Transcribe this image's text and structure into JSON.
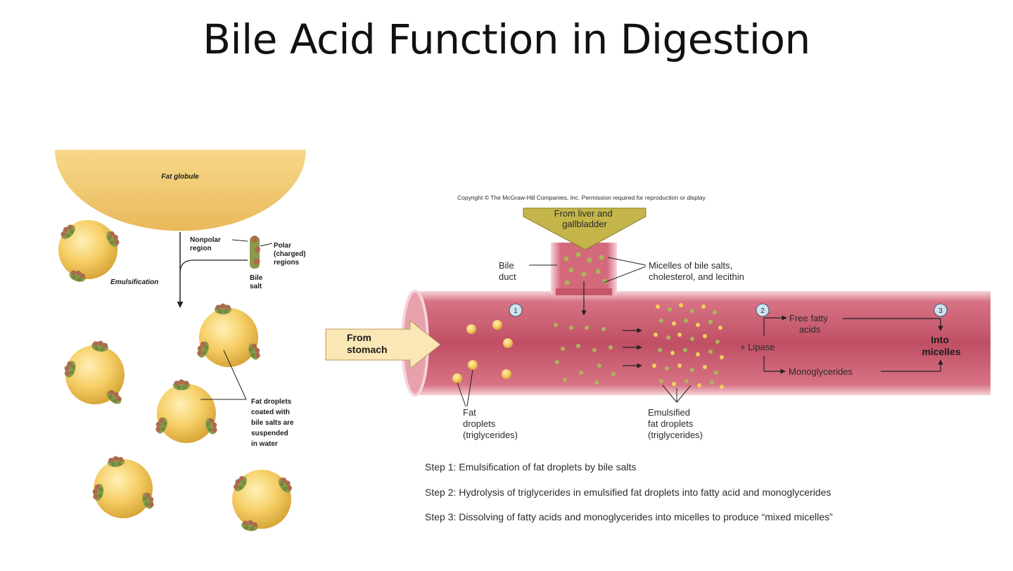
{
  "slide": {
    "title": "Bile Acid Function in Digestion"
  },
  "left_figure": {
    "fat_globule": "Fat globule",
    "nonpolar_region": [
      "Nonpolar",
      "region"
    ],
    "polar_regions": [
      "Polar",
      "(charged)",
      "regions"
    ],
    "bile_salt": [
      "Bile",
      "salt"
    ],
    "emulsification": "Emulsification",
    "coated_droplets": [
      "Fat droplets",
      "coated with",
      "bile salts are",
      "suspended",
      "in water"
    ]
  },
  "right_figure": {
    "copyright": "Copyright © The McGraw-Hill Companies, Inc. Permission required for reproduction or display",
    "from_liver": [
      "From liver and",
      "gallbladder"
    ],
    "bile_duct": [
      "Bile",
      "duct"
    ],
    "micelles_label": [
      "Micelles of bile salts,",
      "cholesterol, and lecithin"
    ],
    "from_stomach": [
      "From",
      "stomach"
    ],
    "step_markers": [
      "1",
      "2",
      "3"
    ],
    "free_fatty_acids": [
      "Free fatty",
      "acids"
    ],
    "lipase": "+ Lipase",
    "monoglycerides": "Monoglycerides",
    "into_micelles": [
      "Into",
      "micelles"
    ],
    "fat_droplets": [
      "Fat",
      "droplets",
      "(triglycerides)"
    ],
    "emulsified": [
      "Emulsified",
      "fat droplets",
      "(triglycerides)"
    ]
  },
  "steps": [
    "Step 1: Emulsification of fat droplets by bile salts",
    "Step 2: Hydrolysis of triglycerides in emulsified fat droplets into fatty acid and monoglycerides",
    "Step 3: Dissolving of fatty acids and monoglycerides into micelles to produce “mixed micelles”"
  ],
  "colors": {
    "fat": "#f2c34e",
    "intestine": "#c8566a",
    "intestine_light": "#f1c7cf",
    "bile_salt": "#7f9a4a",
    "funnel": "#c4b54a",
    "stomach_arrow": "#fbe7b5"
  }
}
